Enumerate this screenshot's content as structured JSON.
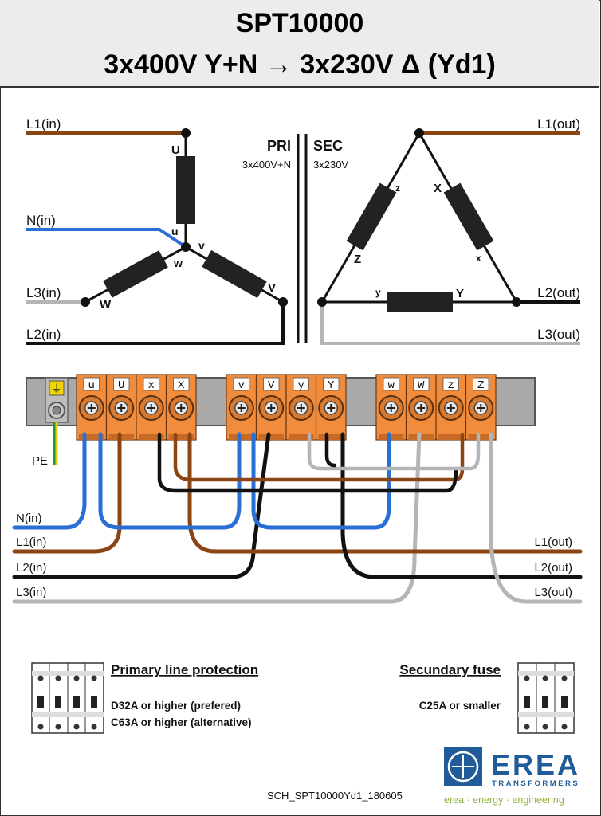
{
  "header": {
    "title": "SPT10000",
    "subtitle": "3x400V Y+N → 3x230V Δ  (Yd1)"
  },
  "schematic": {
    "primary": {
      "label": "PRI",
      "rating": "3x400V+N",
      "lines": {
        "l1": "L1(in)",
        "n": "N(in)",
        "l3": "L3(in)",
        "l2": "L2(in)"
      },
      "windings": {
        "U": "U",
        "u": "u",
        "V": "V",
        "v": "v",
        "W": "W",
        "w": "w"
      }
    },
    "secondary": {
      "label": "SEC",
      "rating": "3x230V",
      "lines": {
        "l1": "L1(out)",
        "l2": "L2(out)",
        "l3": "L3(out)"
      },
      "windings": {
        "X": "X",
        "x": "x",
        "Y": "Y",
        "y": "y",
        "Z": "Z",
        "z": "z"
      }
    }
  },
  "terminal_block": {
    "ground_label": "PE",
    "group1": [
      "u",
      "U",
      "x",
      "X"
    ],
    "group2": [
      "v",
      "V",
      "y",
      "Y"
    ],
    "group3": [
      "w",
      "W",
      "z",
      "Z"
    ]
  },
  "wiring": {
    "left": [
      "N(in)",
      "L1(in)",
      "L2(in)",
      "L3(in)"
    ],
    "right": [
      "L1(out)",
      "L2(out)",
      "L3(out)"
    ]
  },
  "protection": {
    "primary_title": "Primary line protection",
    "primary_line1": "D32A or higher (prefered)",
    "primary_line2": "C63A or higher (alternative)",
    "secondary_title": "Secundary fuse",
    "secondary_line1": "C25A or smaller"
  },
  "footer": {
    "doc_id": "SCH_SPT10000Yd1_180605",
    "brand": "EREA",
    "brand_sub": "TRANSFORMERS",
    "tagline": "erea · energy · engineering"
  },
  "colors": {
    "brown": "#8b4513",
    "blue": "#2a6fd6",
    "black": "#111111",
    "grey": "#b5b5b5",
    "orange": "#f08c3c",
    "brand_blue": "#1f5c99",
    "brand_green": "#8fb33a"
  }
}
